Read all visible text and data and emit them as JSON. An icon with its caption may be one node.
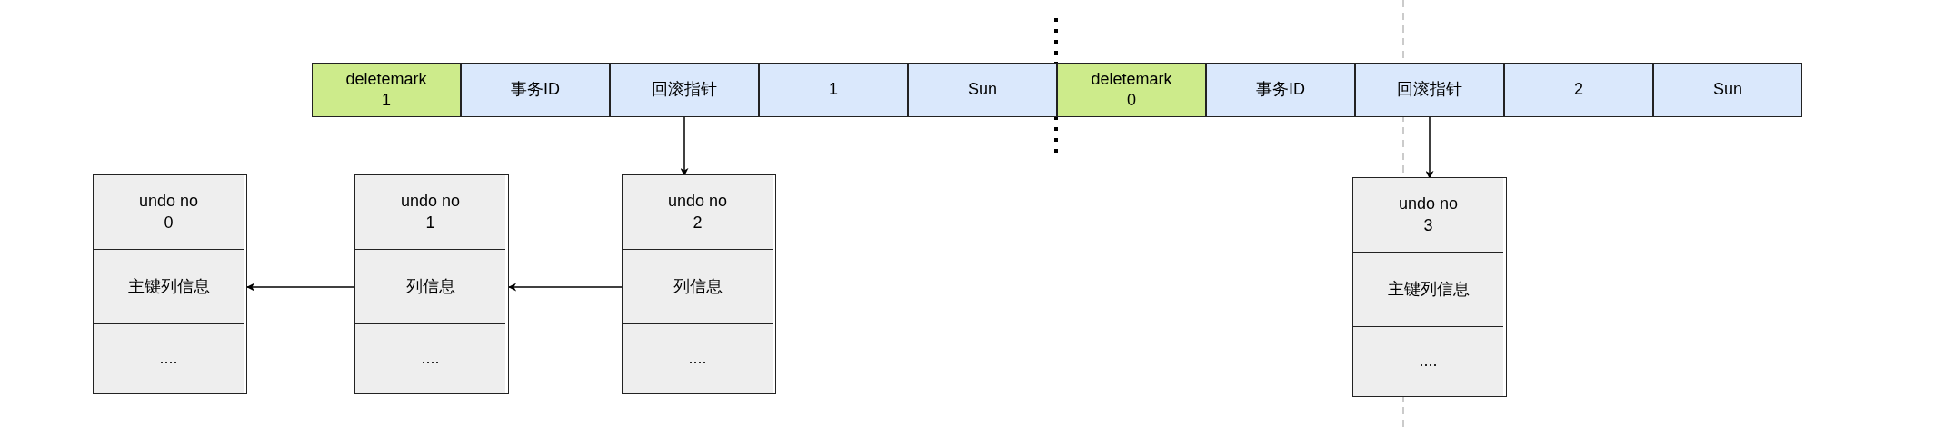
{
  "diagram": {
    "nodes": [
      {
        "text": [
          "deletemark 1"
        ]
      },
      {
        "text": [
          "事务ID"
        ]
      },
      {
        "text": [
          "回滚指针"
        ]
      },
      {
        "text": [
          "1"
        ]
      },
      {
        "text": [
          "Sun"
        ]
      },
      {
        "text": [
          "deletemark 0"
        ]
      },
      {
        "text": [
          "事务ID"
        ]
      },
      {
        "text": [
          "回滚指针"
        ]
      },
      {
        "text": [
          "2"
        ]
      },
      {
        "text": [
          "Sun"
        ]
      },
      {
        "text": [],
        "shape": "box"
      },
      {
        "text": [
          "undo no 0"
        ],
        "in": 10
      },
      {
        "text": [
          "主键列信息"
        ],
        "in": 10
      },
      {
        "text": [
          "...."
        ],
        "in": 10
      },
      {
        "text": [],
        "shape": "box"
      },
      {
        "text": [
          "undo no 1"
        ],
        "in": 14
      },
      {
        "text": [
          "列信息"
        ],
        "in": 14
      },
      {
        "text": [
          "...."
        ],
        "in": 14
      },
      {
        "text": [],
        "shape": "box"
      },
      {
        "text": [
          "undo no 2"
        ],
        "in": 18
      },
      {
        "text": [
          "列信息"
        ],
        "in": 18
      },
      {
        "text": [
          "...."
        ],
        "in": 18
      },
      {
        "text": [],
        "shape": "box"
      },
      {
        "text": [
          "undo no 3"
        ],
        "in": 22
      },
      {
        "text": [
          "主键列信息"
        ],
        "in": 22
      },
      {
        "text": [
          "...."
        ],
        "in": 22
      }
    ],
    "edges": [
      {
        "from": 2,
        "to": 18,
        "arrow": "to"
      },
      {
        "from": 20,
        "to": 16,
        "arrow": "to"
      },
      {
        "from": 16,
        "to": 12,
        "arrow": "to"
      },
      {
        "from": 7,
        "to": 22,
        "arrow": "to"
      }
    ]
  }
}
